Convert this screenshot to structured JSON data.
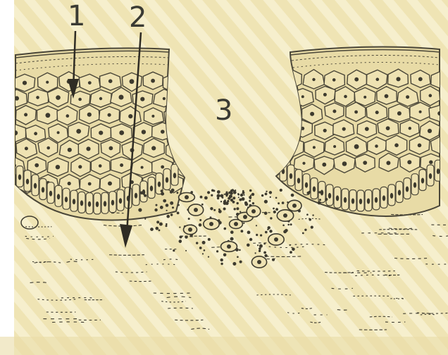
{
  "figure": {
    "labels": {
      "one": "1",
      "two": "2",
      "three": "3"
    },
    "colors": {
      "background": "#efe4b4",
      "stripe": "#f6efcd",
      "ink": "#3d3a2e",
      "cell_fill": "#eee2b2",
      "cell_stroke": "#4a4638"
    }
  }
}
